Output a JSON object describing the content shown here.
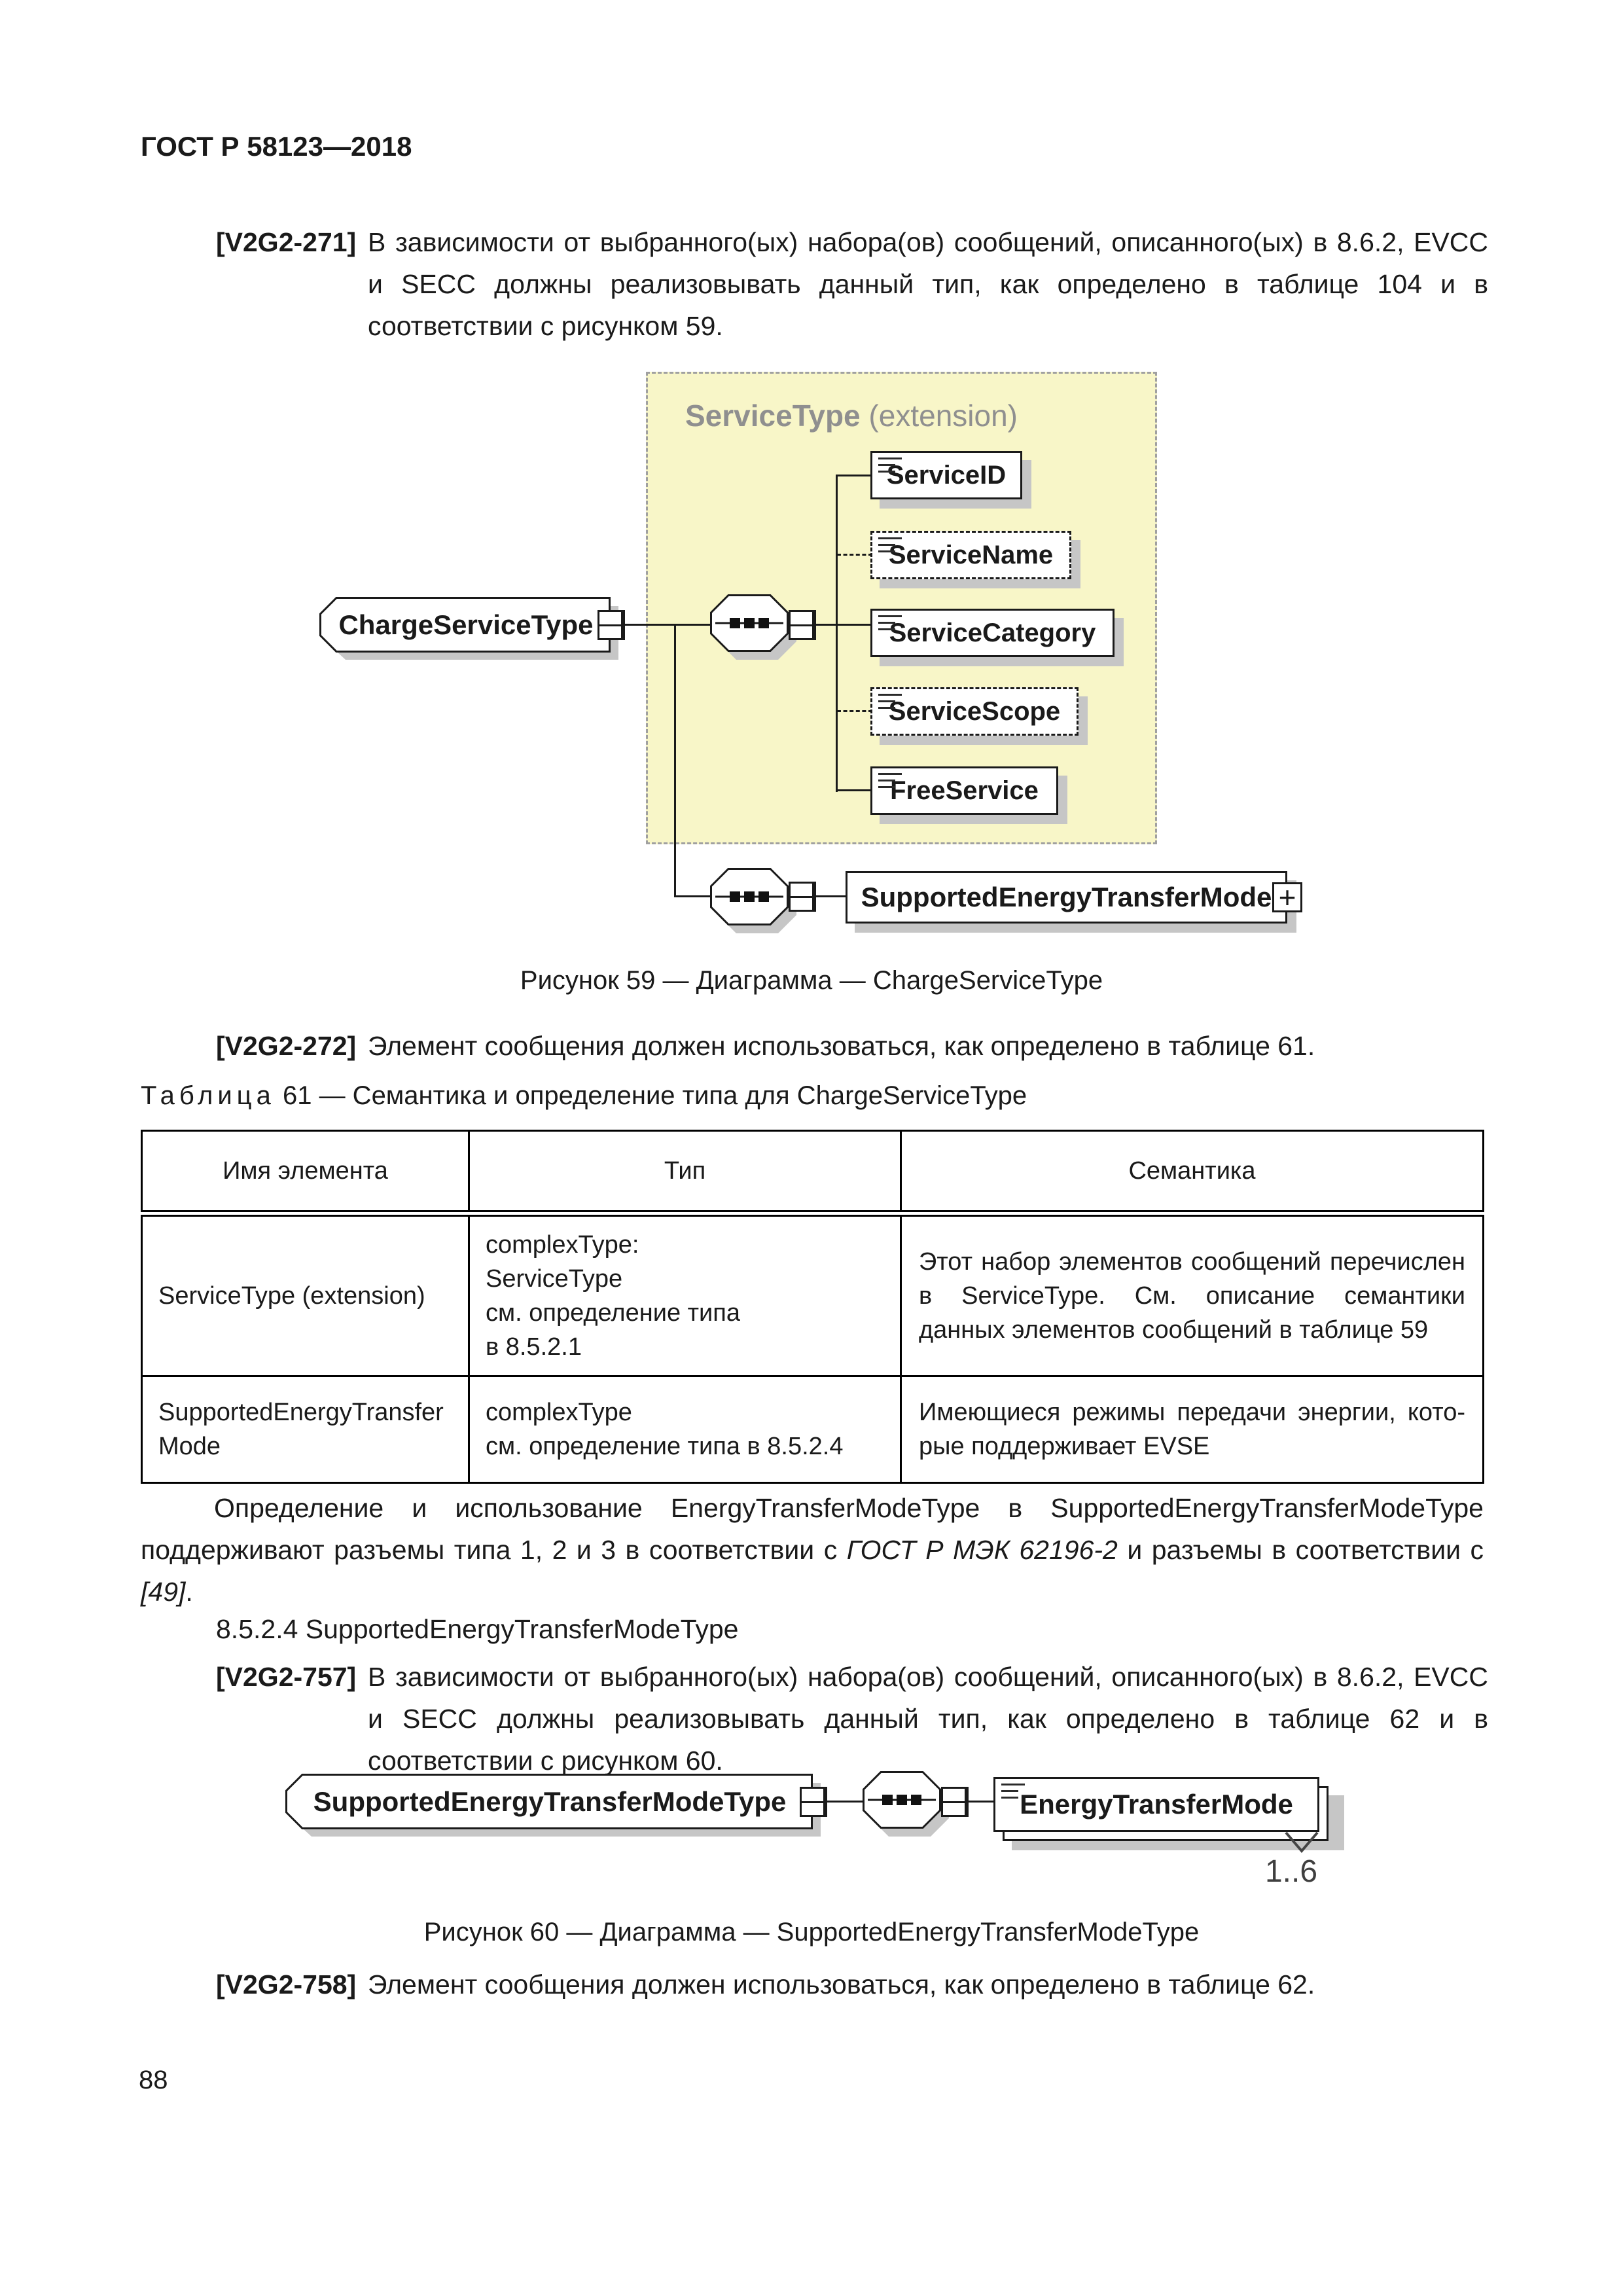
{
  "header": {
    "title": "ГОСТ Р 58123—2018"
  },
  "footer": {
    "page_number": "88"
  },
  "req": {
    "v271": {
      "label": "[V2G2-271]",
      "text": "В зависимости от выбранного(ых) набора(ов) сообщений, описанного(ых) в 8.6.2, EVCC и SECC должны реализовывать данный тип, как определено в таблице 104 и в соответствии с рисунком 59."
    },
    "v272": {
      "label": "[V2G2-272]",
      "text": "Элемент сообщения должен использоваться, как определено в таблице 61."
    },
    "v757": {
      "label": "[V2G2-757]",
      "text": "В зависимости от выбранного(ых) набора(ов) сообщений, описанного(ых) в 8.6.2, EVCC и SECC должны реализовывать данный тип, как определено в таблице 62 и в соответствии с рисунком 60."
    },
    "v758": {
      "label": "[V2G2-758]",
      "text": "Элемент сообщения должен использоваться, как определено в таблице 62."
    }
  },
  "sections": {
    "heading_8524": "8.5.2.4 SupportedEnergyTransferModeType"
  },
  "intro": {
    "part1": "Определение и использование EnergyTransferModeType в SupportedEnergyTransferModeType поддерживают разъемы типа 1, 2 и 3 в соответствии с ",
    "italic1": "ГОСТ Р МЭК 62196-2",
    "part2": " и разъемы в соответствии с ",
    "italic2": "[49]",
    "part3": "."
  },
  "fig59": {
    "caption": "Рисунок 59 — Диаграмма — ChargeServiceType",
    "container_bold": "ServiceType",
    "container_rest": " (extension)",
    "root": "ChargeServiceType",
    "children": [
      {
        "label": "ServiceID",
        "optional": false
      },
      {
        "label": "ServiceName",
        "optional": true
      },
      {
        "label": "ServiceCategory",
        "optional": false
      },
      {
        "label": "ServiceScope",
        "optional": true
      },
      {
        "label": "FreeService",
        "optional": false
      }
    ],
    "second": "SupportedEnergyTransferMode",
    "plus": "+"
  },
  "fig60": {
    "caption": "Рисунок 60 — Диаграмма — SupportedEnergyTransferModeType",
    "root": "SupportedEnergyTransferModeType",
    "child": "EnergyTransferMode",
    "multiplicity": "1..6"
  },
  "table61": {
    "caption_word": "Таблица",
    "caption_num": " 61 ",
    "caption_text": "— Семантика и определение типа для ChargeServiceType",
    "headers": [
      "Имя элемента",
      "Тип",
      "Семантика"
    ],
    "rows": [
      {
        "name": "ServiceType (extension)",
        "type": "complexType:\nServiceType\nсм. определение типа\nв 8.5.2.1",
        "semantics": "Этот набор элементов сообщений перечислен в ServiceType. См. описание семантики данных элементов сообщений в таблице 59"
      },
      {
        "name": "SupportedEnergyTransfer​Mode",
        "type": "complexType\nсм. определение типа в 8.5.2.4",
        "semantics": "Имеющиеся режимы передачи энергии, кото­рые поддерживает EVSE"
      }
    ]
  }
}
